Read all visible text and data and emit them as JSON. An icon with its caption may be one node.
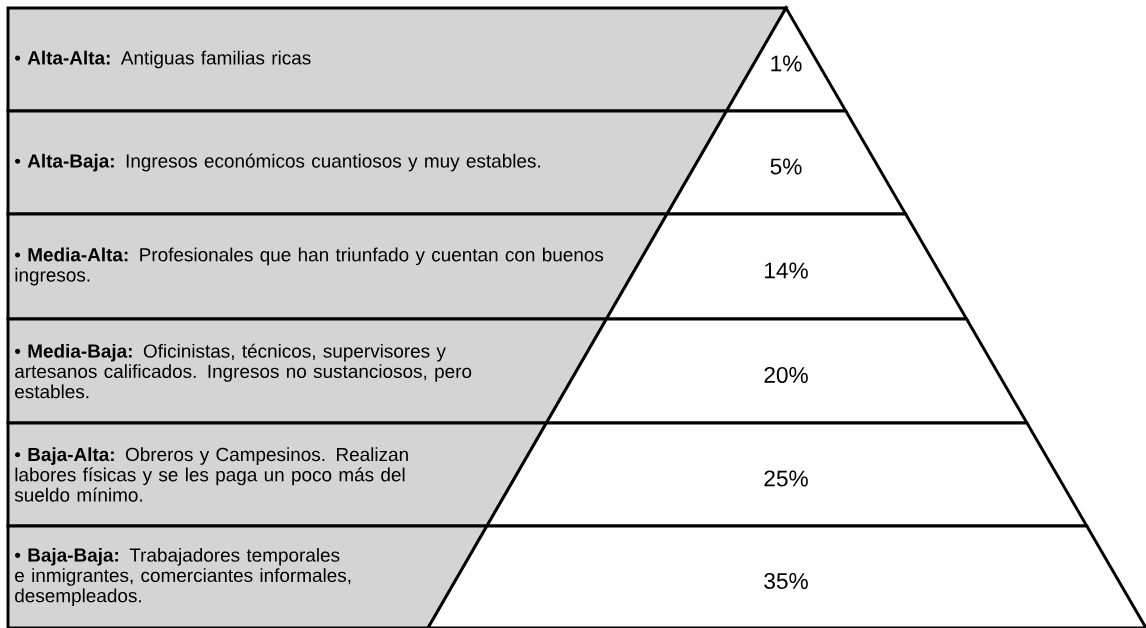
{
  "diagram": {
    "nodes": [
      {
        "text": [
          "• **Alta-Alta:** Antiguas familias ricas"
        ]
      },
      {
        "text": [
          "1%"
        ]
      },
      {
        "text": [
          "• **Alta-Baja:** Ingresos económicos cuantiosos y muy estables."
        ]
      },
      {
        "text": [
          "5%"
        ]
      },
      {
        "text": [
          "• **Media-Alta:** Profesionales que han triunfado y cuentan con buenos ingresos."
        ]
      },
      {
        "text": [
          "14%"
        ]
      },
      {
        "text": [
          "• **Media-Baja:** Oficinistas, técnicos, supervisores y artesanos calificados. Ingresos no sustanciosos, pero estables."
        ]
      },
      {
        "text": [
          "20%"
        ]
      },
      {
        "text": [
          "• **Baja-Alta:** Obreros y Campesinos. Realizan labores físicas y se les paga un poco más del sueldo mínimo."
        ]
      },
      {
        "text": [
          "25%"
        ]
      },
      {
        "text": [
          "• **Baja-Baja:** Trabajadores temporales e inmigrantes, comerciantes informales, desempleados."
        ]
      },
      {
        "text": [
          "35%"
        ]
      }
    ]
  }
}
